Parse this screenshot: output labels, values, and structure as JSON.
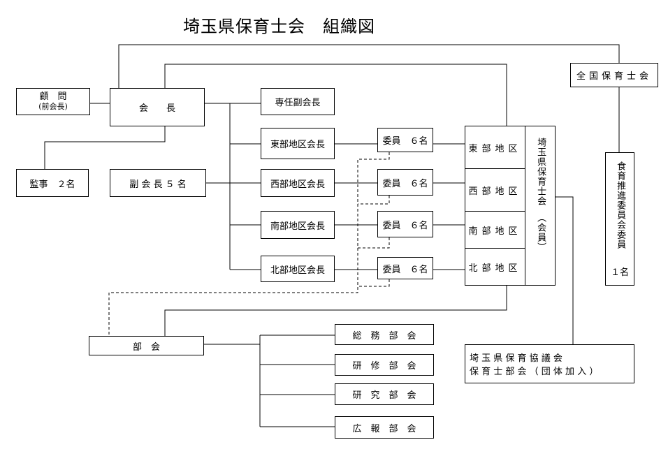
{
  "title": "埼玉県保育士会　組織図",
  "advisor": {
    "label": "顧　問",
    "sub": "(前会長)"
  },
  "president": "会　　長",
  "auditor": "監事　２名",
  "vp_count": "副 会 長 ５ 名",
  "full_vp": "専任副会長",
  "regional_heads": [
    "東部地区会長",
    "西部地区会長",
    "南部地区会長",
    "北部地区会長"
  ],
  "committee": "委員　６名",
  "association": {
    "regions": [
      "東部地区",
      "西部地区",
      "南部地区",
      "北部地区"
    ],
    "name": "埼玉県保育士会",
    "sub": "（会員）"
  },
  "national": "全国保育士会",
  "food": {
    "label": "食育推進委員会委員",
    "count": "１名"
  },
  "division": "部　会",
  "subcommittees": [
    "総　務　部　会",
    "研　修　部　会",
    "研　究　部　会",
    "広　報　部　会"
  ],
  "council": {
    "line1": "埼 玉 県 保 育 協 議 会",
    "line2": "保 育 士 部 会 （ 団 体 加 入 ）"
  }
}
